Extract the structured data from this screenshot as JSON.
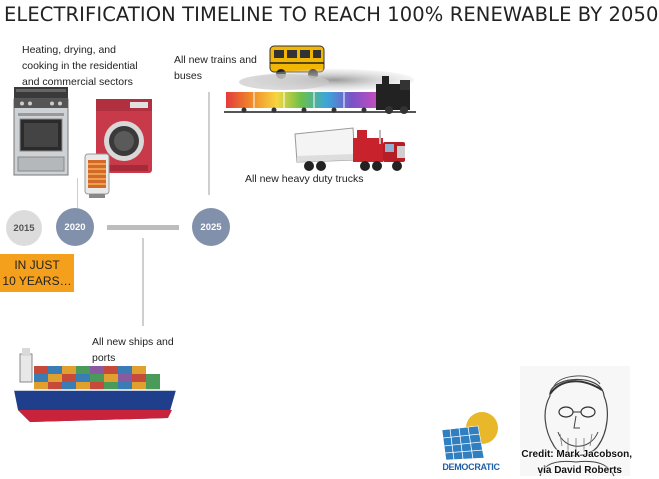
{
  "slide": {
    "title": "ELECTRIFICATION TIMELINE TO REACH 100% RENEWABLE BY 2050"
  },
  "timeline": {
    "years": [
      {
        "label": "2015",
        "color": "#dcdcdc",
        "text_color": "#555555"
      },
      {
        "label": "2020",
        "color": "#8190ab",
        "text_color": "#ffffff"
      },
      {
        "label": "2025",
        "color": "#8190ab",
        "text_color": "#ffffff"
      }
    ]
  },
  "notes": {
    "heating": "Heating, drying, and cooking in the residential and commercial sectors",
    "trains_buses": "All new trains and buses",
    "trucks": "All new heavy duty trucks",
    "ships": "All new ships and ports"
  },
  "callout": {
    "line1": "IN JUST",
    "line2": "10 YEARS…",
    "color": "#f5a01d"
  },
  "credit": {
    "line1": "Credit: Mark Jacobson,",
    "line2": "via David Roberts"
  },
  "logo": {
    "text": "DEMOCRATIC",
    "icon": "solar-panel-sun-logo"
  },
  "images": {
    "stove": "stove-icon",
    "washer": "washing-machine-icon",
    "heater": "space-heater-icon",
    "bus": "school-bus-icon",
    "train": "steam-train-icon",
    "truck": "semi-truck-icon",
    "ship": "container-ship-icon",
    "portrait": "sketch-portrait-icon"
  }
}
